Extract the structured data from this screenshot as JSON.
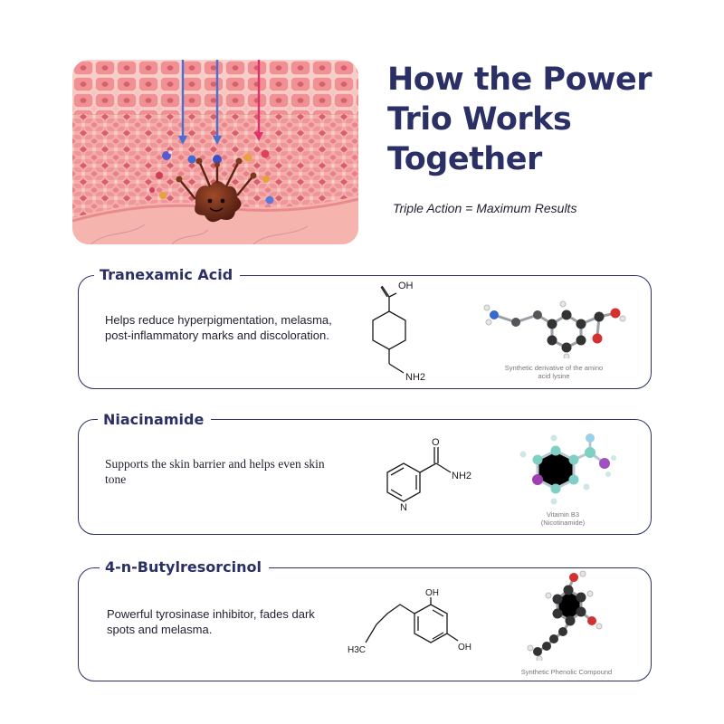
{
  "header": {
    "title": "How the Power Trio Works Together",
    "subtitle": "Triple Action = Maximum Results"
  },
  "ingredients": [
    {
      "name": "Tranexamic Acid",
      "description": "Helps reduce hyperpigmentation, melasma, post-inflammatory marks and discoloration.",
      "formula_labels": [
        "OH",
        "NH2"
      ],
      "caption": "Synthetic derivative of the amino acid lysine"
    },
    {
      "name": "Niacinamide",
      "description": "Supports the skin barrier and helps even skin tone",
      "formula_labels": [
        "O",
        "NH2",
        "N"
      ],
      "caption": "Vitamin B3 (Nicotinamide)"
    },
    {
      "name": "4-n-Butylresorcinol",
      "description": "Powerful tyrosinase inhibitor, fades dark spots and melasma.",
      "formula_labels": [
        "OH",
        "H3C",
        "OH"
      ],
      "caption": "Synthetic Phenolic Compound"
    }
  ],
  "colors": {
    "brand_navy": "#2a2f66",
    "arrow_blue": "#4a6fd0",
    "arrow_magenta": "#e0306f",
    "skin_pink": "#f5a3a3",
    "melanocyte": "#6b2a1a"
  }
}
